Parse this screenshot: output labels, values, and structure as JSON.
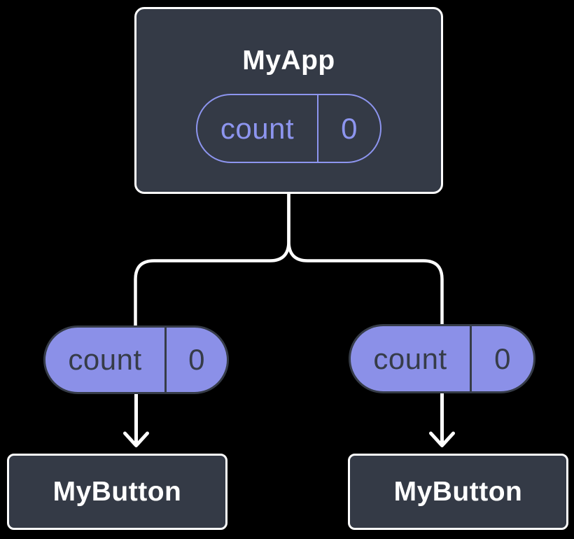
{
  "diagram": {
    "root": {
      "title": "MyApp",
      "state": {
        "label": "count",
        "value": "0"
      }
    },
    "props": [
      {
        "label": "count",
        "value": "0"
      },
      {
        "label": "count",
        "value": "0"
      }
    ],
    "children": [
      {
        "title": "MyButton"
      },
      {
        "title": "MyButton"
      }
    ],
    "colors": {
      "background": "#000000",
      "node_fill": "#343a46",
      "node_border": "#ffffff",
      "node_text": "#ffffff",
      "pill_fill": "#8b90e8",
      "pill_border": "#363c48",
      "pill_text": "#363c48",
      "state_outline": "#8d95ef",
      "connector": "#ffffff"
    }
  }
}
